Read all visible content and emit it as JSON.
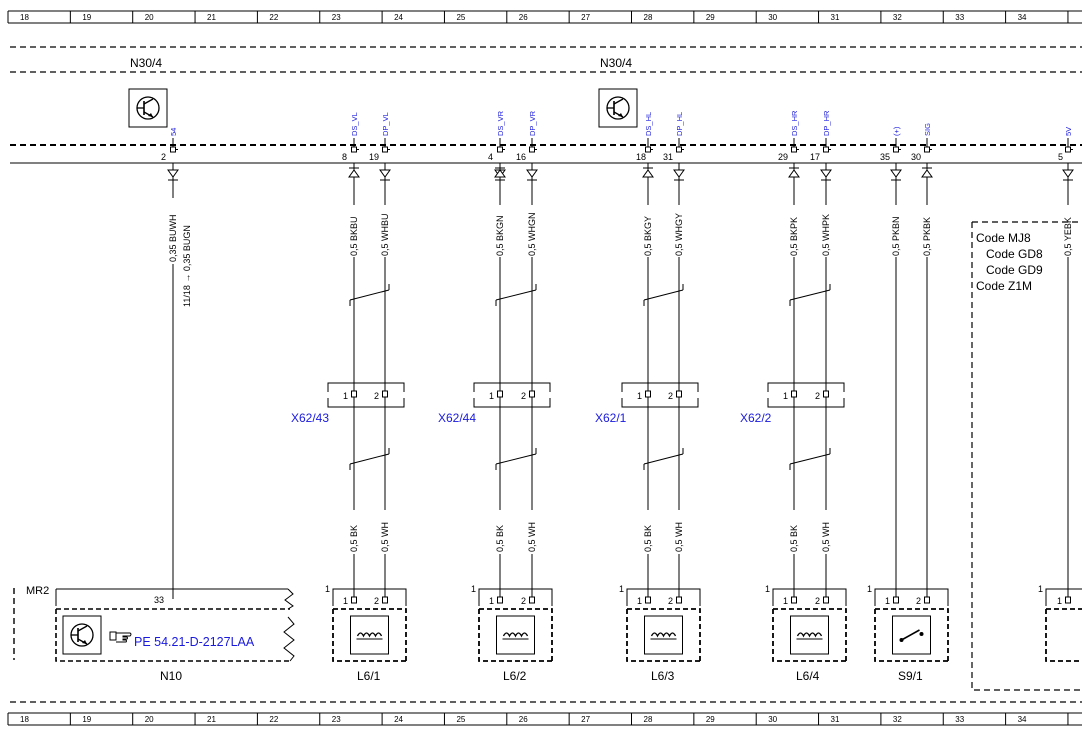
{
  "colors": {
    "line": "#000000",
    "link_text": "#1a1adf",
    "background": "#ffffff"
  },
  "grid_numbers": [
    "18",
    "19",
    "20",
    "21",
    "22",
    "23",
    "24",
    "25",
    "26",
    "27",
    "28",
    "29",
    "30",
    "31",
    "32",
    "33",
    "34"
  ],
  "top_modules": [
    {
      "label": "N30/4",
      "icon": "transistor-icon"
    },
    {
      "label": "N30/4",
      "icon": "transistor-icon"
    }
  ],
  "pins": [
    {
      "num": "2",
      "signal": "54"
    },
    {
      "num": "8",
      "signal": "DS_VL"
    },
    {
      "num": "19",
      "signal": "DP_VL"
    },
    {
      "num": "4",
      "signal": "DS_VR"
    },
    {
      "num": "16",
      "signal": "DP_VR"
    },
    {
      "num": "18",
      "signal": "DS_HL"
    },
    {
      "num": "31",
      "signal": "DP_HL"
    },
    {
      "num": "29",
      "signal": "DS_HR"
    },
    {
      "num": "17",
      "signal": "DP_HR"
    },
    {
      "num": "35",
      "signal": "(+)"
    },
    {
      "num": "30",
      "signal": "SIG"
    },
    {
      "num": "5",
      "signal": "5V"
    }
  ],
  "wires_upper": [
    "0,35 BUWH",
    "0,35 BUGN",
    "0,5 BKBU",
    "0,5 WHBU",
    "0,5 BKGN",
    "0,5 WHGN",
    "0,5 BKGY",
    "0,5 WHGY",
    "0,5 BKPK",
    "0,5 WHPK",
    "0,5 PKBN",
    "0,5 PKBK",
    "0,5 YEBK"
  ],
  "wire_note": "11/18 →",
  "connectors": [
    {
      "label": "X62/43",
      "pins": [
        "1",
        "2"
      ]
    },
    {
      "label": "X62/44",
      "pins": [
        "1",
        "2"
      ]
    },
    {
      "label": "X62/1",
      "pins": [
        "1",
        "2"
      ]
    },
    {
      "label": "X62/2",
      "pins": [
        "1",
        "2"
      ]
    }
  ],
  "wires_lower": [
    "0,5 BK",
    "0,5 WH"
  ],
  "code_box": {
    "lines": [
      "Code MJ8",
      "Code GD8",
      "Code GD9",
      "Code Z1M"
    ]
  },
  "n10": {
    "label": "N10",
    "harness": "MR2",
    "pin": "33",
    "reference": "PE 54.21-D-2127LAA",
    "icon": "transistor-icon",
    "ref_icon": "pointing-hand-icon"
  },
  "components": [
    {
      "label": "L6/1",
      "index": "1",
      "pins": [
        "1",
        "2"
      ],
      "icon": "sensor-coil-icon"
    },
    {
      "label": "L6/2",
      "index": "1",
      "pins": [
        "1",
        "2"
      ],
      "icon": "sensor-coil-icon"
    },
    {
      "label": "L6/3",
      "index": "1",
      "pins": [
        "1",
        "2"
      ],
      "icon": "sensor-coil-icon"
    },
    {
      "label": "L6/4",
      "index": "1",
      "pins": [
        "1",
        "2"
      ],
      "icon": "sensor-coil-icon"
    },
    {
      "label": "S9/1",
      "index": "1",
      "pins": [
        "1",
        "2"
      ],
      "icon": "switch-icon"
    },
    {
      "label": "",
      "index": "1",
      "pins": [
        "1"
      ],
      "icon": ""
    }
  ]
}
